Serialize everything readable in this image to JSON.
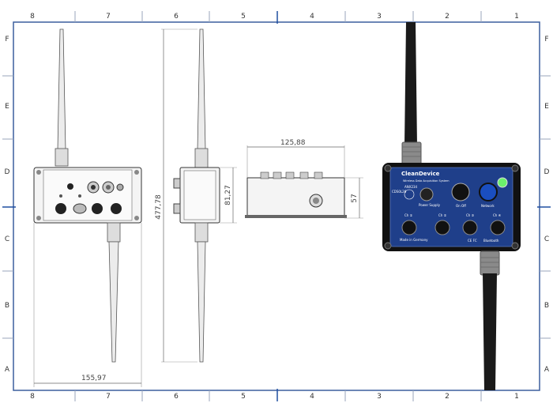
{
  "frame": {
    "top_columns": [
      "8",
      "7",
      "6",
      "5",
      "4",
      "3",
      "2",
      "1"
    ],
    "bottom_columns": [
      "8",
      "7",
      "6",
      "5",
      "4",
      "3",
      "2",
      "1"
    ],
    "left_rows": [
      "F",
      "E",
      "D",
      "C",
      "B",
      "A"
    ],
    "right_rows": [
      "F",
      "E",
      "D",
      "C",
      "B",
      "A"
    ]
  },
  "dimensions": {
    "front_width": "155,97",
    "total_height": "477,78",
    "body_height": "81,27",
    "top_width": "125,88",
    "top_height": "57"
  },
  "device": {
    "brand": "CleanDevice",
    "subtitle": "Wireless Data Acquisition System",
    "model_1": "ANX234",
    "model_2": "CDS0L26",
    "power_label": "Power Supply",
    "onoff_label": "On  Off",
    "network_label": "Network",
    "ch1": "Ch ①",
    "ch2": "Ch ②",
    "ch3": "Ch ③",
    "ch4": "Ch ④",
    "made_in": "Made in Germany",
    "ce_mark": "CE  FC",
    "footer_brand": "Bluetooth"
  },
  "colors": {
    "line": "#4a6aa0",
    "panel": "#1f3f8a",
    "led": "#6bf06b"
  }
}
